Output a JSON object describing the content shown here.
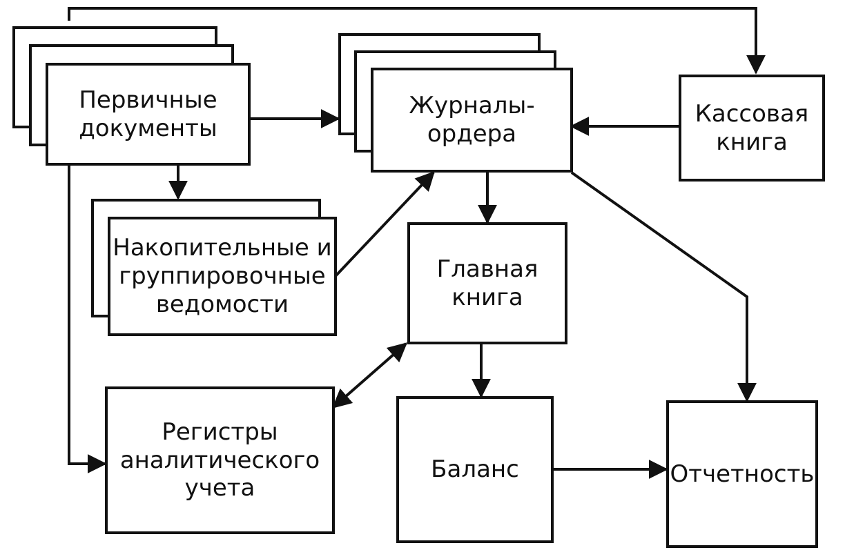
{
  "nodes": {
    "primary_documents": [
      "Первичные",
      "документы"
    ],
    "journal_orders": [
      "Журналы-",
      "ордера"
    ],
    "cash_book": [
      "Кассовая",
      "книга"
    ],
    "cumulative_statements": [
      "Накопительные и",
      "группировочные",
      "ведомости"
    ],
    "general_ledger": [
      "Главная",
      "книга"
    ],
    "analytical_registers": [
      "Регистры",
      "аналитического",
      "учета"
    ],
    "balance": [
      "Баланс"
    ],
    "reporting": [
      "Отчетность"
    ]
  },
  "colors": {
    "ink": "#111111",
    "paper": "#ffffff"
  }
}
